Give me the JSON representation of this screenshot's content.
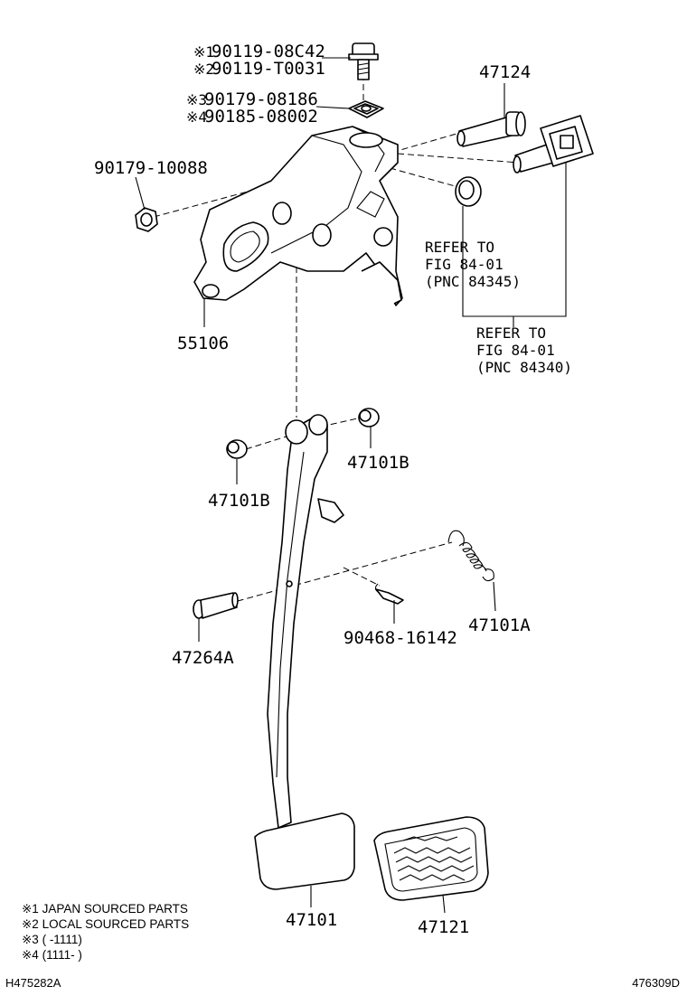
{
  "parts": {
    "bolt_a": "90119-08C42",
    "bolt_b": "90119-T0031",
    "nut_a": "90179-08186",
    "nut_b": "90185-08002",
    "nut_left": "90179-10088",
    "pin_top": "47124",
    "bracket": "55106",
    "bushing_right": "47101B",
    "bushing_left": "47101B",
    "clip": "90468-16142",
    "spring": "47101A",
    "pivot_pin": "47264A",
    "pedal": "47101",
    "pedal_pad": "47121"
  },
  "marks": {
    "m1": "※1",
    "m2": "※2",
    "m3": "※3",
    "m4": "※4"
  },
  "references": {
    "ref1": {
      "line1": "REFER TO",
      "line2": "FIG 84-01",
      "line3": "(PNC 84345)"
    },
    "ref2": {
      "line1": "REFER TO",
      "line2": "FIG 84-01",
      "line3": "(PNC 84340)"
    }
  },
  "notes": [
    "※1 JAPAN SOURCED PARTS",
    "※2 LOCAL SOURCED PARTS",
    "※3 (       -1111)",
    "※4 (1111-        )"
  ],
  "footer": {
    "left_code": "H475282A",
    "right_code": "476309D"
  }
}
